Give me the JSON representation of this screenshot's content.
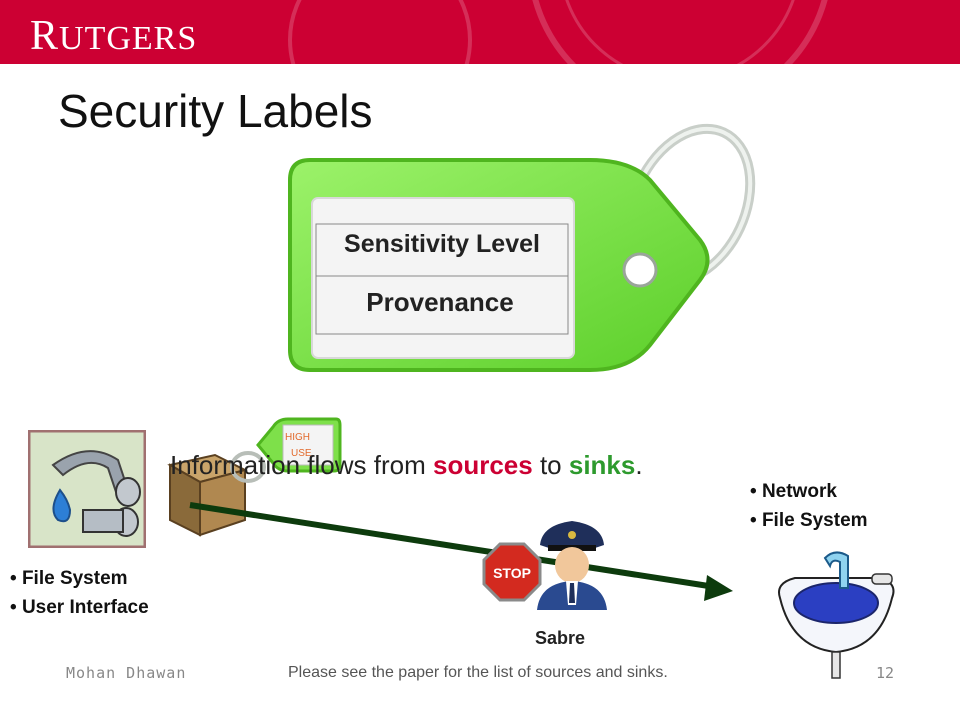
{
  "header": {
    "logo_text": "RUTGERS",
    "logo_first": "R",
    "logo_rest": "UTGERS",
    "brand_color": "#cc0033"
  },
  "slide": {
    "title": "Security Labels",
    "tag": {
      "line1": "Sensitivity Level",
      "line2": "Provenance"
    },
    "small_tag": {
      "line1": "HIGH",
      "line2": "USE"
    },
    "flow_sentence": {
      "prefix": "Information flows from ",
      "sources": "sources",
      "middle": " to ",
      "sinks": "sinks",
      "suffix": "."
    },
    "sources_list": [
      "File System",
      "User Interface"
    ],
    "sinks_list": [
      "Network",
      "File System"
    ],
    "monitor_label": "Sabre",
    "stop_sign_text": "STOP"
  },
  "footer": {
    "author": "Mohan Dhawan",
    "note": "Please see the paper for the list of sources and sinks.",
    "page_number": "12"
  },
  "icons": [
    "faucet-icon",
    "box-icon",
    "stop-sign-icon",
    "police-officer-icon",
    "sink-icon",
    "key-tag-icon"
  ]
}
